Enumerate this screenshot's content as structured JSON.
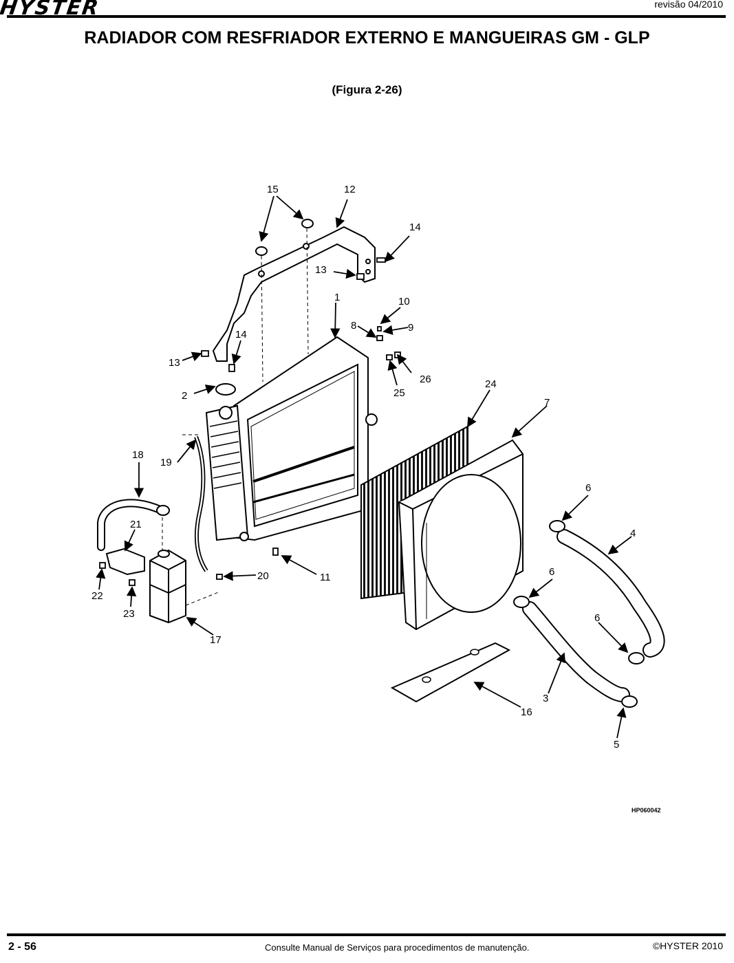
{
  "header": {
    "brand": "HYSTER",
    "revision": "revisão 04/2010",
    "title": "RADIADOR COM RESFRIADOR EXTERNO E  MANGUEIRAS GM - GLP",
    "figure_ref": "(Figura 2-26)"
  },
  "diagram": {
    "code": "HP060042",
    "callouts": [
      "1",
      "2",
      "3",
      "4",
      "5",
      "6",
      "6",
      "6",
      "7",
      "8",
      "9",
      "10",
      "11",
      "12",
      "13",
      "13",
      "14",
      "14",
      "15",
      "16",
      "17",
      "18",
      "19",
      "20",
      "21",
      "22",
      "23",
      "24",
      "25",
      "26"
    ]
  },
  "footer": {
    "page": "2 - 56",
    "note": "Consulte Manual de Serviços para procedimentos de manutenção.",
    "copyright": "©HYSTER 2010"
  }
}
